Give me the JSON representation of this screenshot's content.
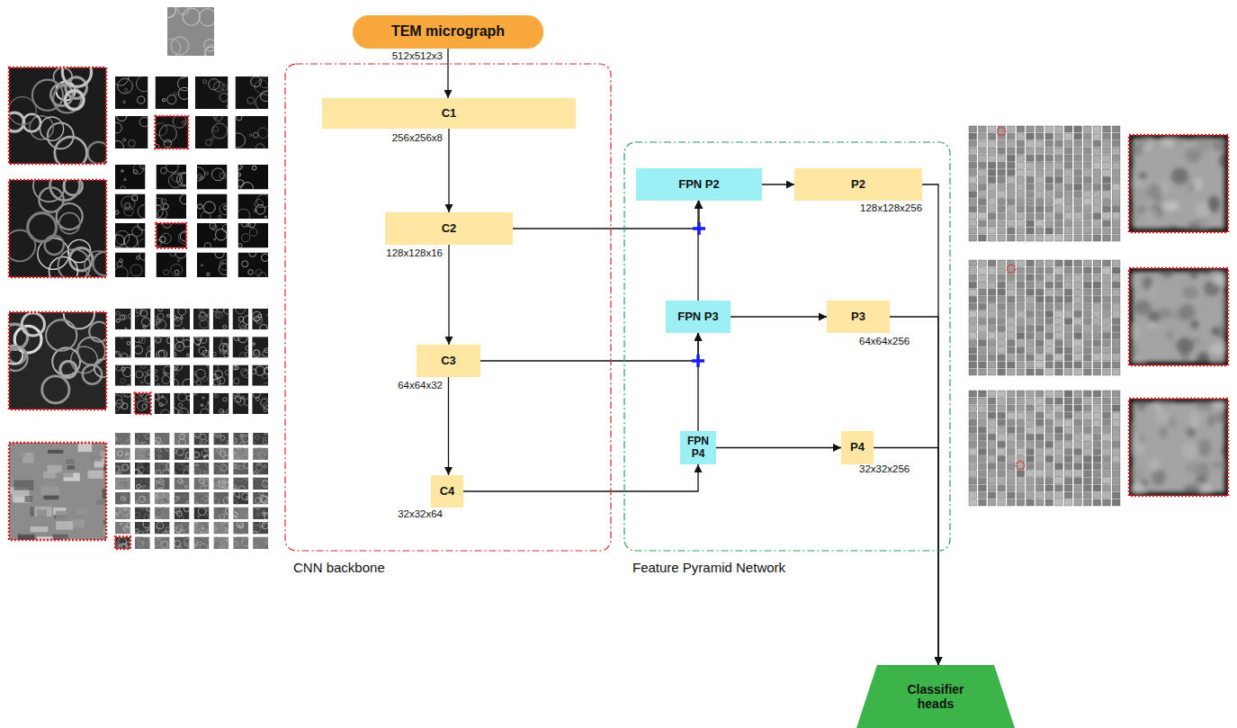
{
  "diagram": {
    "nodes": [
      {
        "text": [
          "TEM micrograph"
        ]
      },
      {
        "text": [
          "CNN backbone"
        ]
      },
      {
        "text": [
          "C1"
        ],
        "in": 1
      },
      {
        "text": [
          "C2"
        ],
        "in": 1
      },
      {
        "text": [
          "C3"
        ],
        "in": 1
      },
      {
        "text": [
          "C4"
        ],
        "in": 1
      },
      {
        "text": [
          "Feature Pyramid Network"
        ]
      },
      {
        "text": [
          "FPN P2"
        ],
        "in": 6
      },
      {
        "text": [
          "P2"
        ],
        "in": 6
      },
      {
        "text": [
          "FPN P3"
        ],
        "in": 6
      },
      {
        "text": [
          "P3"
        ],
        "in": 6
      },
      {
        "text": [
          "FPN P4"
        ],
        "in": 6
      },
      {
        "text": [
          "P4"
        ],
        "in": 6
      },
      {
        "text": [
          "Classifier heads"
        ]
      }
    ],
    "edges": [
      {
        "from": 0,
        "to": 2,
        "arrow": "to"
      },
      {
        "from": 2,
        "to": 3,
        "arrow": "to"
      },
      {
        "from": 3,
        "to": 4,
        "arrow": "to"
      },
      {
        "from": 4,
        "to": 5,
        "arrow": "to"
      },
      {
        "from": 5,
        "to": 11,
        "arrow": "to"
      },
      {
        "from": 11,
        "to": 9,
        "arrow": "to"
      },
      {
        "from": 4,
        "to": 9,
        "arrow": "to"
      },
      {
        "from": 9,
        "to": 7,
        "arrow": "to"
      },
      {
        "from": 3,
        "to": 7,
        "arrow": "to"
      },
      {
        "from": 7,
        "to": 8,
        "arrow": "to"
      },
      {
        "from": 9,
        "to": 10,
        "arrow": "to"
      },
      {
        "from": 11,
        "to": 12,
        "arrow": "to"
      },
      {
        "from": 8,
        "to": 13,
        "arrow": "to"
      },
      {
        "from": 10,
        "to": 13,
        "arrow": "to"
      },
      {
        "from": 12,
        "to": 13,
        "arrow": "to"
      }
    ],
    "labels": [
      "512x512x3",
      "256x256x8",
      "128x128x16",
      "64x64x32",
      "32x32x64",
      "128x128x256",
      "64x64x256",
      "32x32x256"
    ]
  }
}
